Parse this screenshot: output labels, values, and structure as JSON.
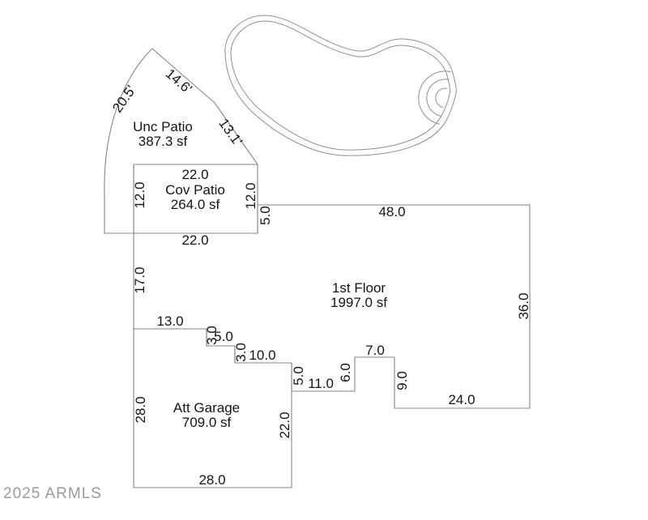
{
  "watermark": {
    "text": "2025 ARMLS"
  },
  "colors": {
    "line": "#858585",
    "pool_line": "#8f8f8f",
    "text": "#151515",
    "watermark": "#9c9c9c"
  },
  "rooms": {
    "unc_patio": {
      "name": "Unc Patio",
      "area": "387.3 sf"
    },
    "cov_patio": {
      "name": "Cov Patio",
      "area": "264.0 sf"
    },
    "first_floor": {
      "name": "1st Floor",
      "area": "1997.0 sf"
    },
    "att_garage": {
      "name": "Att Garage",
      "area": "709.0 sf"
    }
  },
  "dims": {
    "unc_arc": "20.5'",
    "unc_top": "14.6'",
    "unc_right": "13.1'",
    "cov_top": "22.0",
    "cov_left": "12.0",
    "cov_right": "12.0",
    "cov_bottom": "22.0",
    "ff_left_upper": "5.0",
    "ff_top": "48.0",
    "ff_right": "36.0",
    "ff_left": "17.0",
    "step1_top": "13.0",
    "step1_v": "3.0",
    "step1_h": "5.0",
    "step2_v": "3.0",
    "step2_h": "10.0",
    "notch_v": "5.0",
    "notch_h": "11.0",
    "bump_left": "6.0",
    "bump_top": "7.0",
    "bump_right": "9.0",
    "ff_bottom": "24.0",
    "gar_left": "28.0",
    "gar_right": "22.0",
    "gar_bottom": "28.0"
  }
}
